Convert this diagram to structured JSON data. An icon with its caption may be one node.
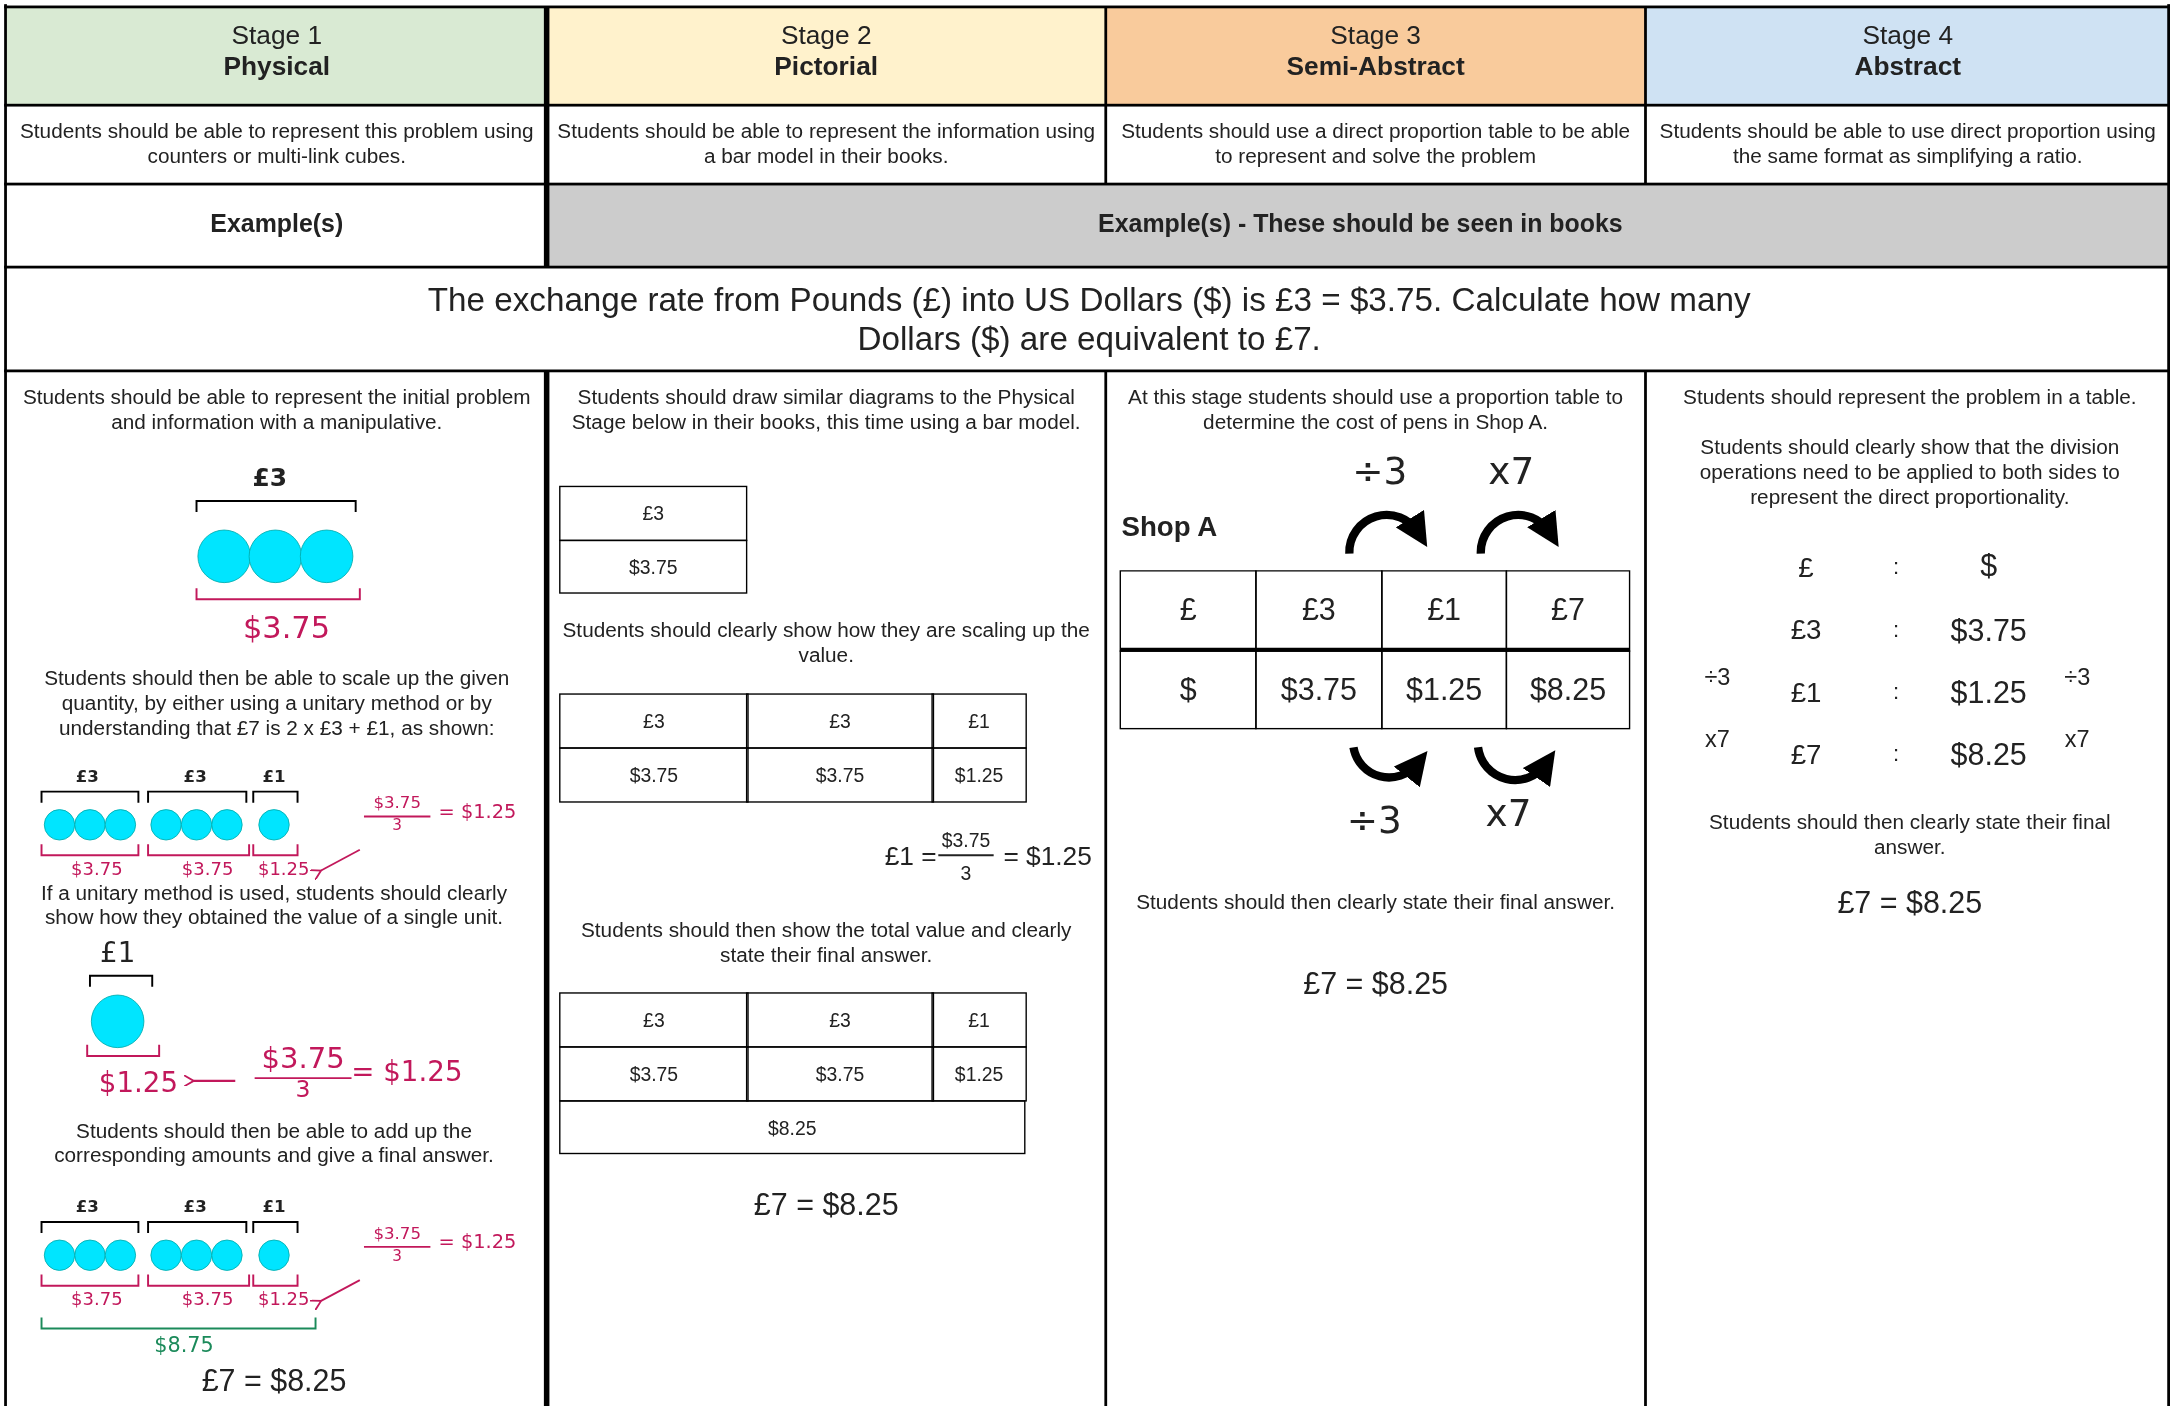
{
  "diagram": {
    "labels": [
      "Stage 1",
      "Physical",
      "Stage 2",
      "Pictorial",
      "Stage 3",
      "Semi-Abstract",
      "Stage 4",
      "Abstract",
      "Students should be able to represent this problem using counters or multi-link cubes.",
      "Students should be able to represent the information using a bar model in their books.",
      "Students should use a direct proportion table to be able to represent and solve the problem",
      "Students should be able to use direct proportion using the same format as simplifying a ratio.",
      "Example(s)",
      "Example(s) - These should be seen in books",
      "The exchange rate from Pounds (£) into US Dollars ($) is £3 = $3.75. Calculate how many Dollars ($) are equivalent to £7.",
      "Students should be able to represent the initial problem and information with a manipulative.",
      "£3",
      "$3.75",
      "Students should then be able to scale up the given quantity, by either using a unitary method or by understanding that £7 is 2 x £3 + £1, as shown:",
      "£3",
      "£3",
      "£1",
      "$3.75",
      "$3.75",
      "$1.25",
      "$3.75",
      "3",
      "= $1.25",
      "If a unitary method is used, students should clearly show how they obtained the value of a single unit.",
      "£1",
      "$1.25",
      "$3.75",
      "3",
      "= $1.25",
      "Students should then be able to add up the corresponding amounts and give a final answer.",
      "£3",
      "£3",
      "£1",
      "$3.75",
      "$3.75",
      "$1.25",
      "$3.75",
      "3",
      "= $1.25",
      "$8.75",
      "£7 = $8.25",
      "Students should draw similar diagrams to the Physical Stage below in their books, this time using a bar model.",
      "£3",
      "$3.75",
      "Students should clearly show how they are scaling up the value.",
      "£3",
      "£3",
      "£1",
      "$3.75",
      "$3.75",
      "$1.25",
      "£1 =",
      "$3.75",
      "3",
      "= $1.25",
      "Students should then show the total value and clearly state their final answer.",
      "£3",
      "£3",
      "£1",
      "$3.75",
      "$3.75",
      "$1.25",
      "$8.25",
      "£7 = $8.25",
      "At this stage students should use a proportion table to determine the cost of pens in Shop A.",
      "÷3",
      "x7",
      "Shop A",
      "£",
      "£3",
      "£1",
      "£7",
      "$",
      "$3.75",
      "$1.25",
      "$8.25",
      "÷3",
      "x7",
      "Students should then clearly state their final answer.",
      "£7 = $8.25",
      "Students should represent the problem in a table.",
      "Students should clearly show that the division operations need to be applied to both sides to represent the direct proportionality.",
      "£",
      ":",
      "$",
      "£3",
      ":",
      "$3.75",
      "÷3",
      "£1",
      ":",
      "$1.25",
      "÷3",
      "x7",
      "£7",
      ":",
      "$8.25",
      "x7",
      "Students should then clearly state their final answer.",
      "£7 = $8.25"
    ]
  }
}
